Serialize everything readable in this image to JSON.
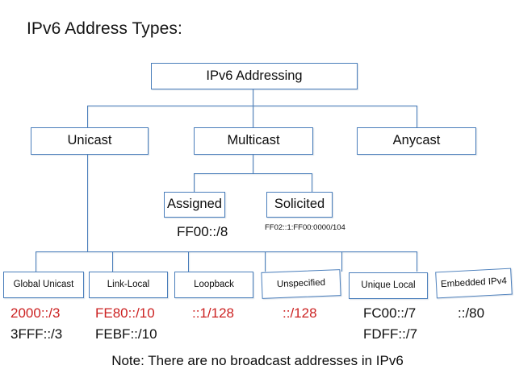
{
  "title": "IPv6 Address Types:",
  "note": "Note: There are no broadcast addresses in IPv6",
  "colors": {
    "box_border": "#4a7ebb",
    "text": "#0d0d0d",
    "highlight_red": "#cc2222",
    "background": "#ffffff"
  },
  "tree": {
    "root": {
      "label": "IPv6 Addressing"
    },
    "level2": [
      {
        "label": "Unicast"
      },
      {
        "label": "Multicast"
      },
      {
        "label": "Anycast"
      }
    ],
    "multicast_children": [
      {
        "label": "Assigned",
        "prefix": "FF00::/8",
        "prefix_style": "big"
      },
      {
        "label": "Solicited",
        "prefix": "FF02::1:FF00:0000/104",
        "prefix_style": "small"
      }
    ],
    "unicast_children": [
      {
        "label": "Global Unicast",
        "prefix1": "2000::/3",
        "prefix1_red": true,
        "prefix2": "3FFF::/3"
      },
      {
        "label": "Link-Local",
        "prefix1": "FE80::/10",
        "prefix1_red": true,
        "prefix2": "FEBF::/10"
      },
      {
        "label": "Loopback",
        "prefix1": "::1/128",
        "prefix1_red": true,
        "prefix2": ""
      },
      {
        "label": "Unspecified",
        "prefix1": "::/128",
        "prefix1_red": true,
        "prefix2": ""
      },
      {
        "label": "Unique Local",
        "prefix1": "FC00::/7",
        "prefix1_red": false,
        "prefix2": "FDFF::/7"
      },
      {
        "label": "Embedded IPv4",
        "prefix1": "::/80",
        "prefix1_red": false,
        "prefix2": ""
      }
    ]
  }
}
